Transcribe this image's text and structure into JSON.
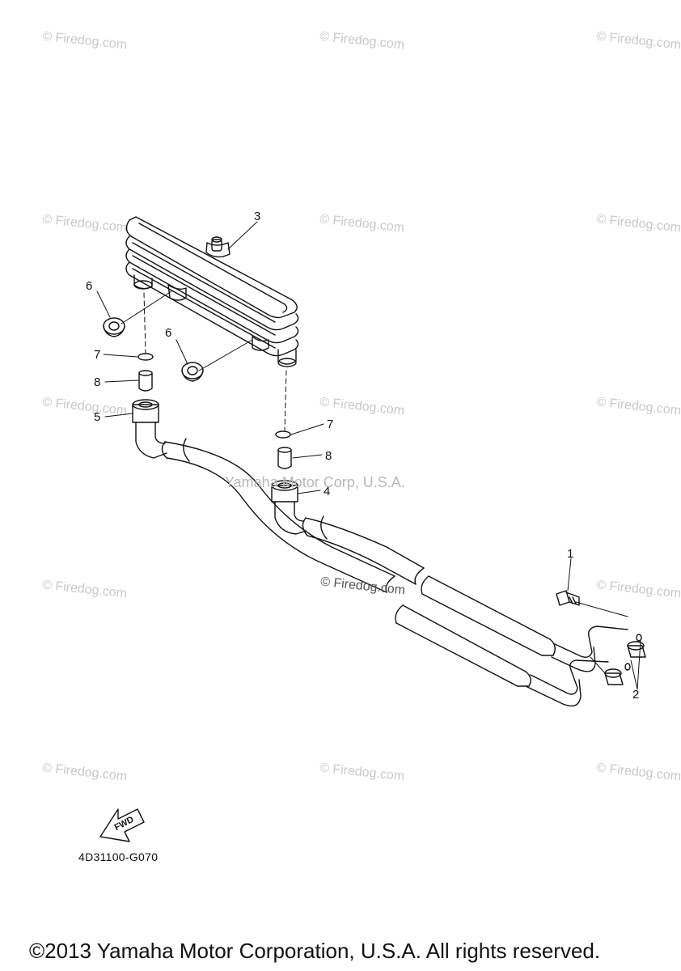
{
  "watermark_text": "© Firedog.com",
  "center_credit": "Yamaha Motor Corp, U.S.A.",
  "center_watermark": "© Firedog.com",
  "callouts": {
    "part_1": "1",
    "part_2": "2",
    "part_3": "3",
    "part_4": "4",
    "part_5": "5",
    "part_6a": "6",
    "part_6b": "6",
    "part_7a": "7",
    "part_7b": "7",
    "part_8a": "8",
    "part_8b": "8"
  },
  "fwd_label": "FWD",
  "diagram_code": "4D31100-G070",
  "copyright": "©2013 Yamaha Motor Corporation, U.S.A. All rights reserved."
}
